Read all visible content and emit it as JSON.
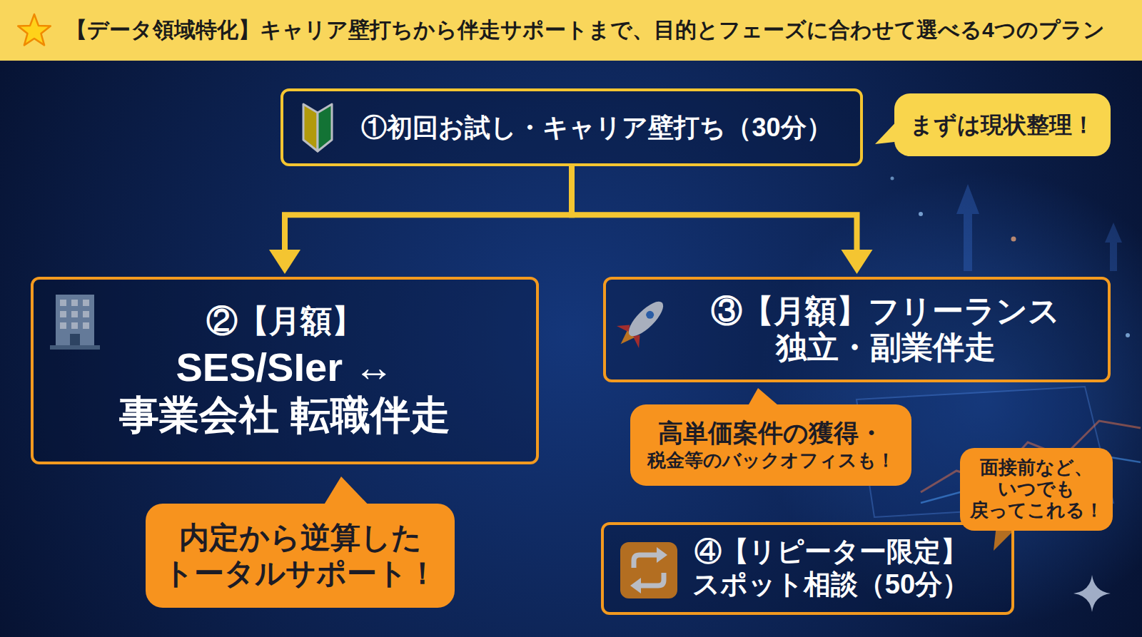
{
  "diagram": {
    "title": "【データ領域特化】キャリア壁打ちから伴走サポートまで、目的とフェーズに合わせて選べる4つのプラン",
    "nodes": [
      {
        "text": [
          "①初回お試し・キャリア壁打ち（30分）"
        ]
      },
      {
        "text": [
          "まずは現状整理！"
        ]
      },
      {
        "text": [
          "②【月額】",
          "SES/SIer ↔ 事業会社 転職伴走"
        ]
      },
      {
        "text": [
          "③【月額】フリーランス 独立・副業伴走"
        ]
      },
      {
        "text": [
          "高単価案件の獲得・",
          "税金等のバックオフィスも！"
        ]
      },
      {
        "text": [
          "面接前など、 いつでも 戻ってこれる！"
        ]
      },
      {
        "text": [
          "内定から逆算した トータルサポート！"
        ]
      },
      {
        "text": [
          "④【リピーター限定】 スポット相談（50分）"
        ]
      }
    ],
    "edges": [
      {
        "from": 0,
        "to": 2,
        "arrow": "to"
      },
      {
        "from": 0,
        "to": 3,
        "arrow": "to"
      }
    ]
  }
}
